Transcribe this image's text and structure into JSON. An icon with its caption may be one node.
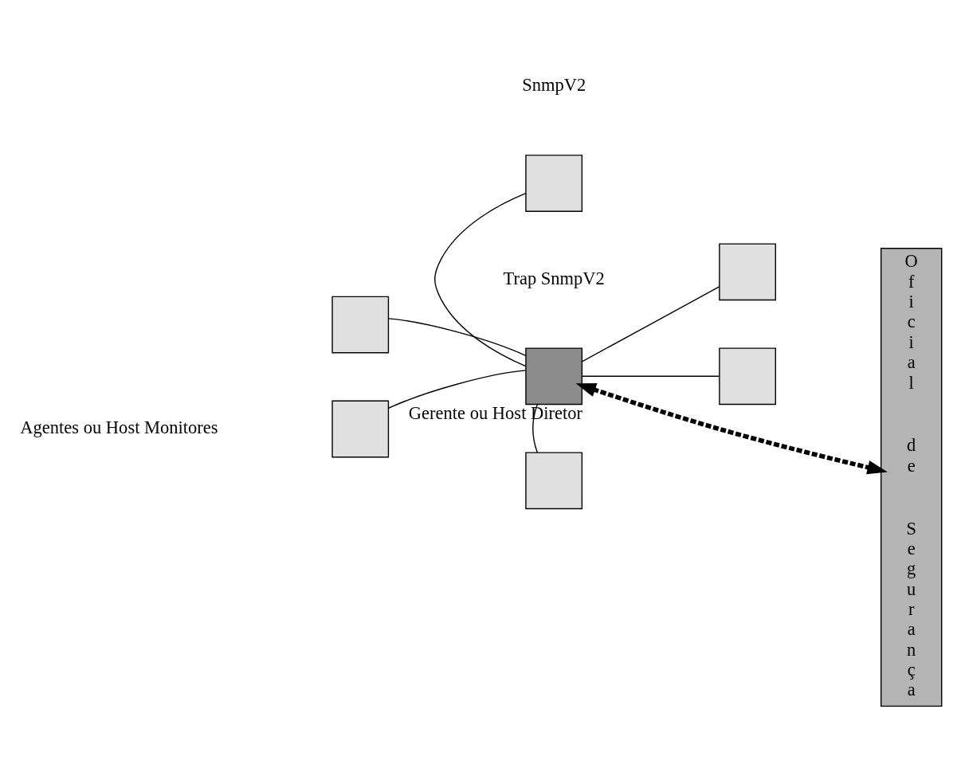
{
  "diagram": {
    "nodes": [
      {
        "text": [],
        "shape": "box"
      },
      {
        "text": [],
        "shape": "box"
      },
      {
        "text": [],
        "shape": "box"
      },
      {
        "text": [
          "Oficial de Segurança"
        ]
      },
      {
        "text": [],
        "shape": "box",
        "beside": [
          "Gerente ou Host Diretor"
        ]
      },
      {
        "text": [],
        "shape": "box"
      },
      {
        "text": [],
        "shape": "box"
      },
      {
        "text": [],
        "shape": "box"
      }
    ],
    "edges": [
      {
        "from": 4,
        "to": 0,
        "arrow": "none"
      },
      {
        "from": 4,
        "to": 1,
        "arrow": "none"
      },
      {
        "from": 4,
        "to": 2,
        "arrow": "none"
      },
      {
        "from": 4,
        "to": 5,
        "arrow": "none"
      },
      {
        "from": 4,
        "to": 6,
        "arrow": "none"
      },
      {
        "from": 4,
        "to": 7,
        "arrow": "none"
      },
      {
        "from": 4,
        "to": 3,
        "arrow": "both",
        "style": "dashed"
      }
    ],
    "labels": [
      "SnmpV2",
      "Trap SnmpV2",
      "Agentes ou Host Monitores"
    ]
  }
}
